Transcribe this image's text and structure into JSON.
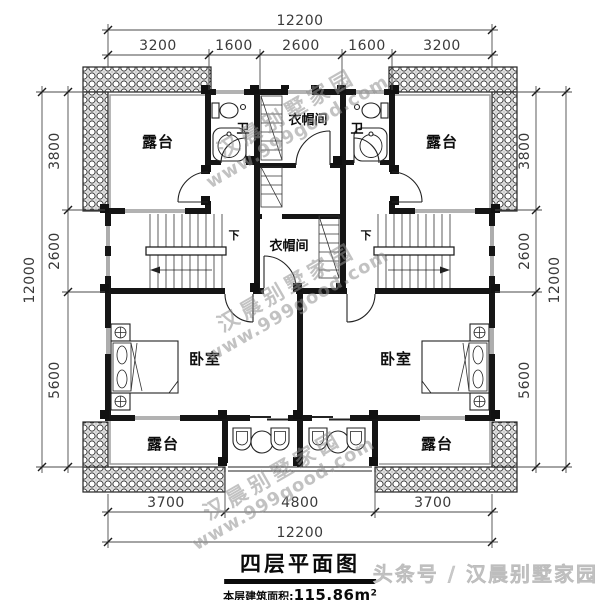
{
  "drawing": {
    "plan_title": "四层平面图",
    "area_label": "本层建筑面积:",
    "area_value": "115.86m",
    "area_superscript": "2"
  },
  "dimensions": {
    "top_total": "12200",
    "top_segments": [
      "3200",
      "1600",
      "2600",
      "1600",
      "3200"
    ],
    "side_total": "12000",
    "side_segments": [
      "3800",
      "2600",
      "5600"
    ],
    "bottom_segments": [
      "3700",
      "4800",
      "3700"
    ],
    "bottom_total": "12200"
  },
  "rooms": {
    "terrace": "露台",
    "bathroom": "卫",
    "cloakroom": "衣帽间",
    "bedroom": "卧室",
    "stair_down": "下"
  },
  "watermark": {
    "brand": "汉晨别墅家园",
    "url": "www.999good.com",
    "footer": "头条号 / 汉晨别墅家园"
  },
  "colors": {
    "wall": "#151515",
    "dim": "#3a3a3a",
    "watermark": "#8f8f8f",
    "footer": "#c9c9c9"
  }
}
